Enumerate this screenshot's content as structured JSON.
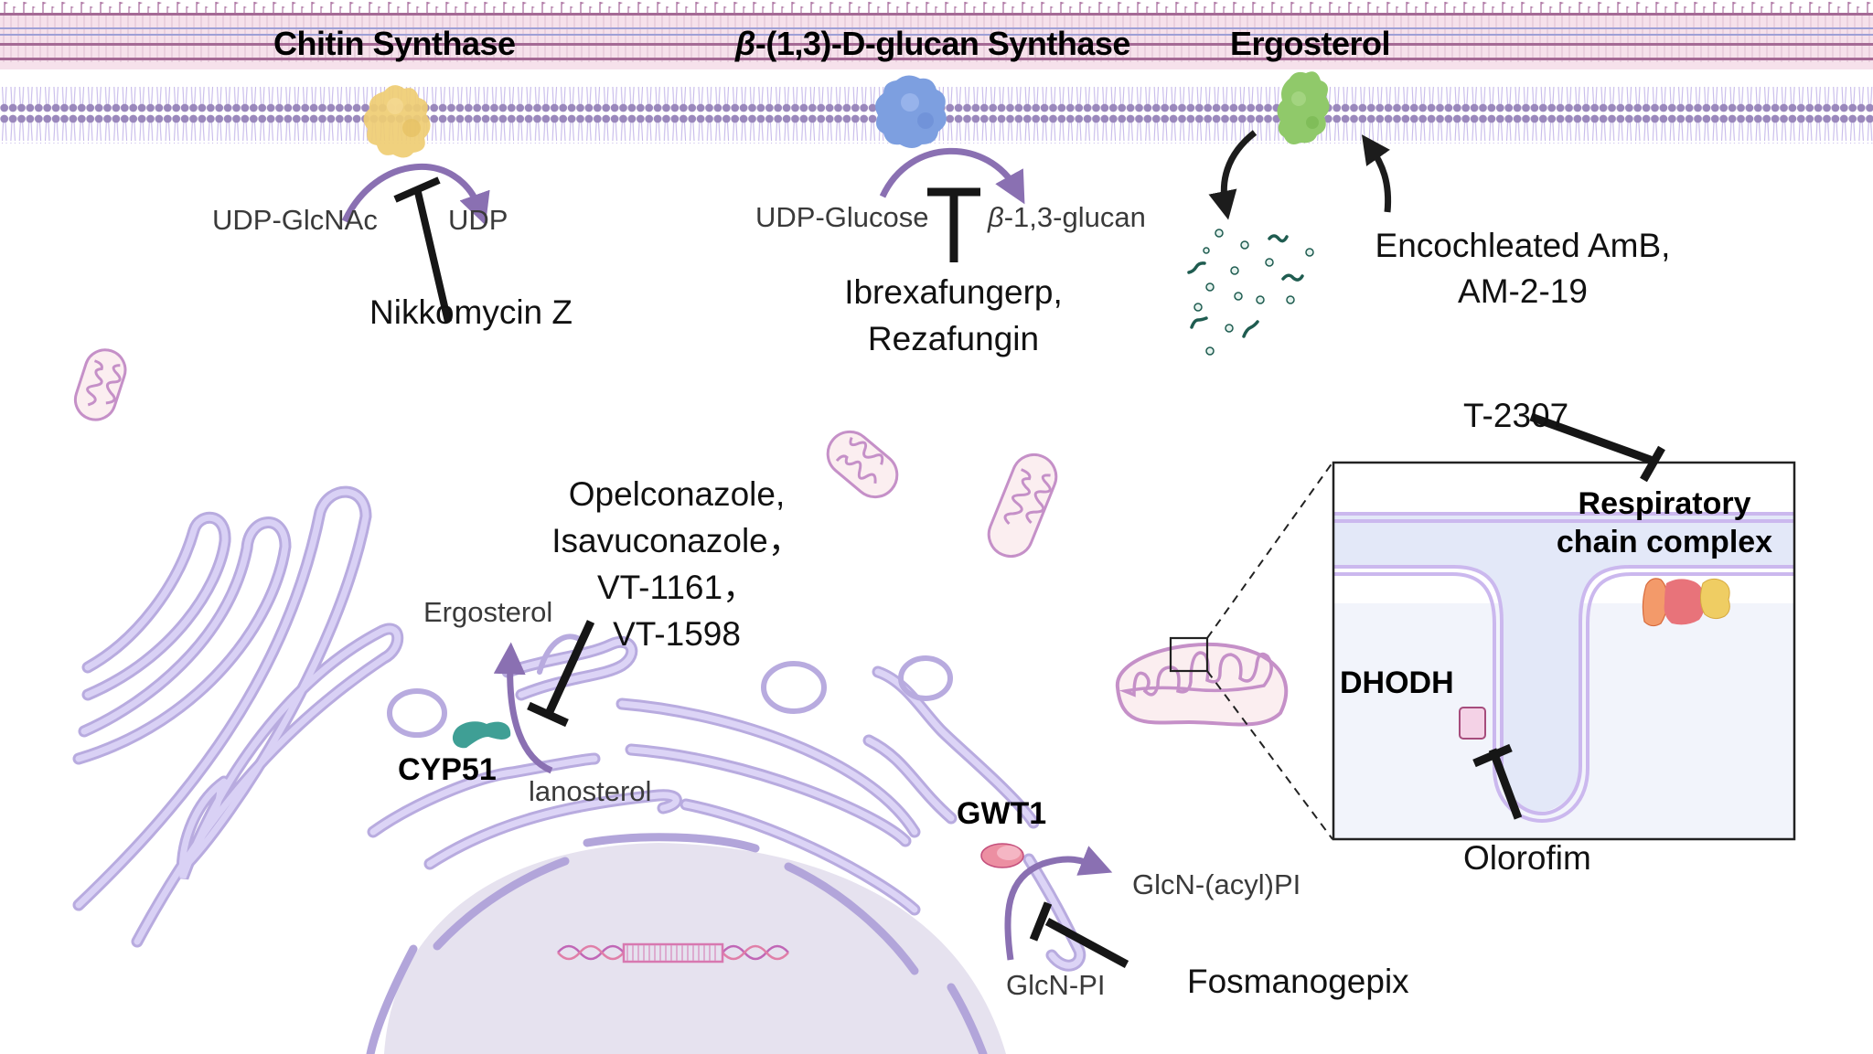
{
  "figure": {
    "title": "Antifungal drug targets in the fungal cell",
    "colors": {
      "cell_wall": "#f4dce8",
      "membrane_head": "#9a88bc",
      "organelle_membrane": "#cfc6ef",
      "organelle_stroke": "#a99bd4",
      "pathway_arrow": "#8a70b2",
      "inhibitor": "#161616",
      "mitochondrion_fill": "#fbeef0",
      "mitochondrion_stroke": "#c590c8",
      "nucleus_fill": "#e6e2ef",
      "chitin_synthase": "#efcd73",
      "glucan_synthase": "#7d9fe0",
      "ergosterol_protein": "#90c96a",
      "cyp51": "#3f9f95",
      "gwt1": "#ec8fa2",
      "dhodh": "#f4d2e6",
      "ergosterol_particles": "#1f5c50"
    }
  },
  "membrane_targets": {
    "chitin": {
      "title": "Chitin Synthase",
      "substrate": "UDP-GlcNAc",
      "product": "UDP",
      "inhibitor": "Nikkomycin Z"
    },
    "glucan": {
      "title_prefix": "β",
      "title_rest": "-(1,3)-D-glucan Synthase",
      "substrate": "UDP-Glucose",
      "product_prefix": "β",
      "product_rest": "-1,3-glucan",
      "inhibitors": [
        "Ibrexafungerp,",
        "Rezafungin"
      ]
    },
    "ergosterol": {
      "title": "Ergosterol",
      "drugs": [
        "Encochleated AmB,",
        "AM-2-19"
      ]
    }
  },
  "er_pathway": {
    "enzyme": "CYP51",
    "substrate": "lanosterol",
    "product": "Ergosterol",
    "inhibitors": [
      "Opelconazole,",
      "Isavuconazole，",
      "VT-1161，",
      "VT-1598"
    ]
  },
  "gpi_pathway": {
    "enzyme": "GWT1",
    "substrate": "GlcN-PI",
    "product": "GlcN-(acyl)PI",
    "inhibitor": "Fosmanogepix"
  },
  "mitochondria": {
    "inset": {
      "complex_label": [
        "Respiratory",
        "chain complex"
      ],
      "complex_inhibitor": "T-2307",
      "enzyme": "DHODH",
      "enzyme_inhibitor": "Olorofim"
    }
  }
}
